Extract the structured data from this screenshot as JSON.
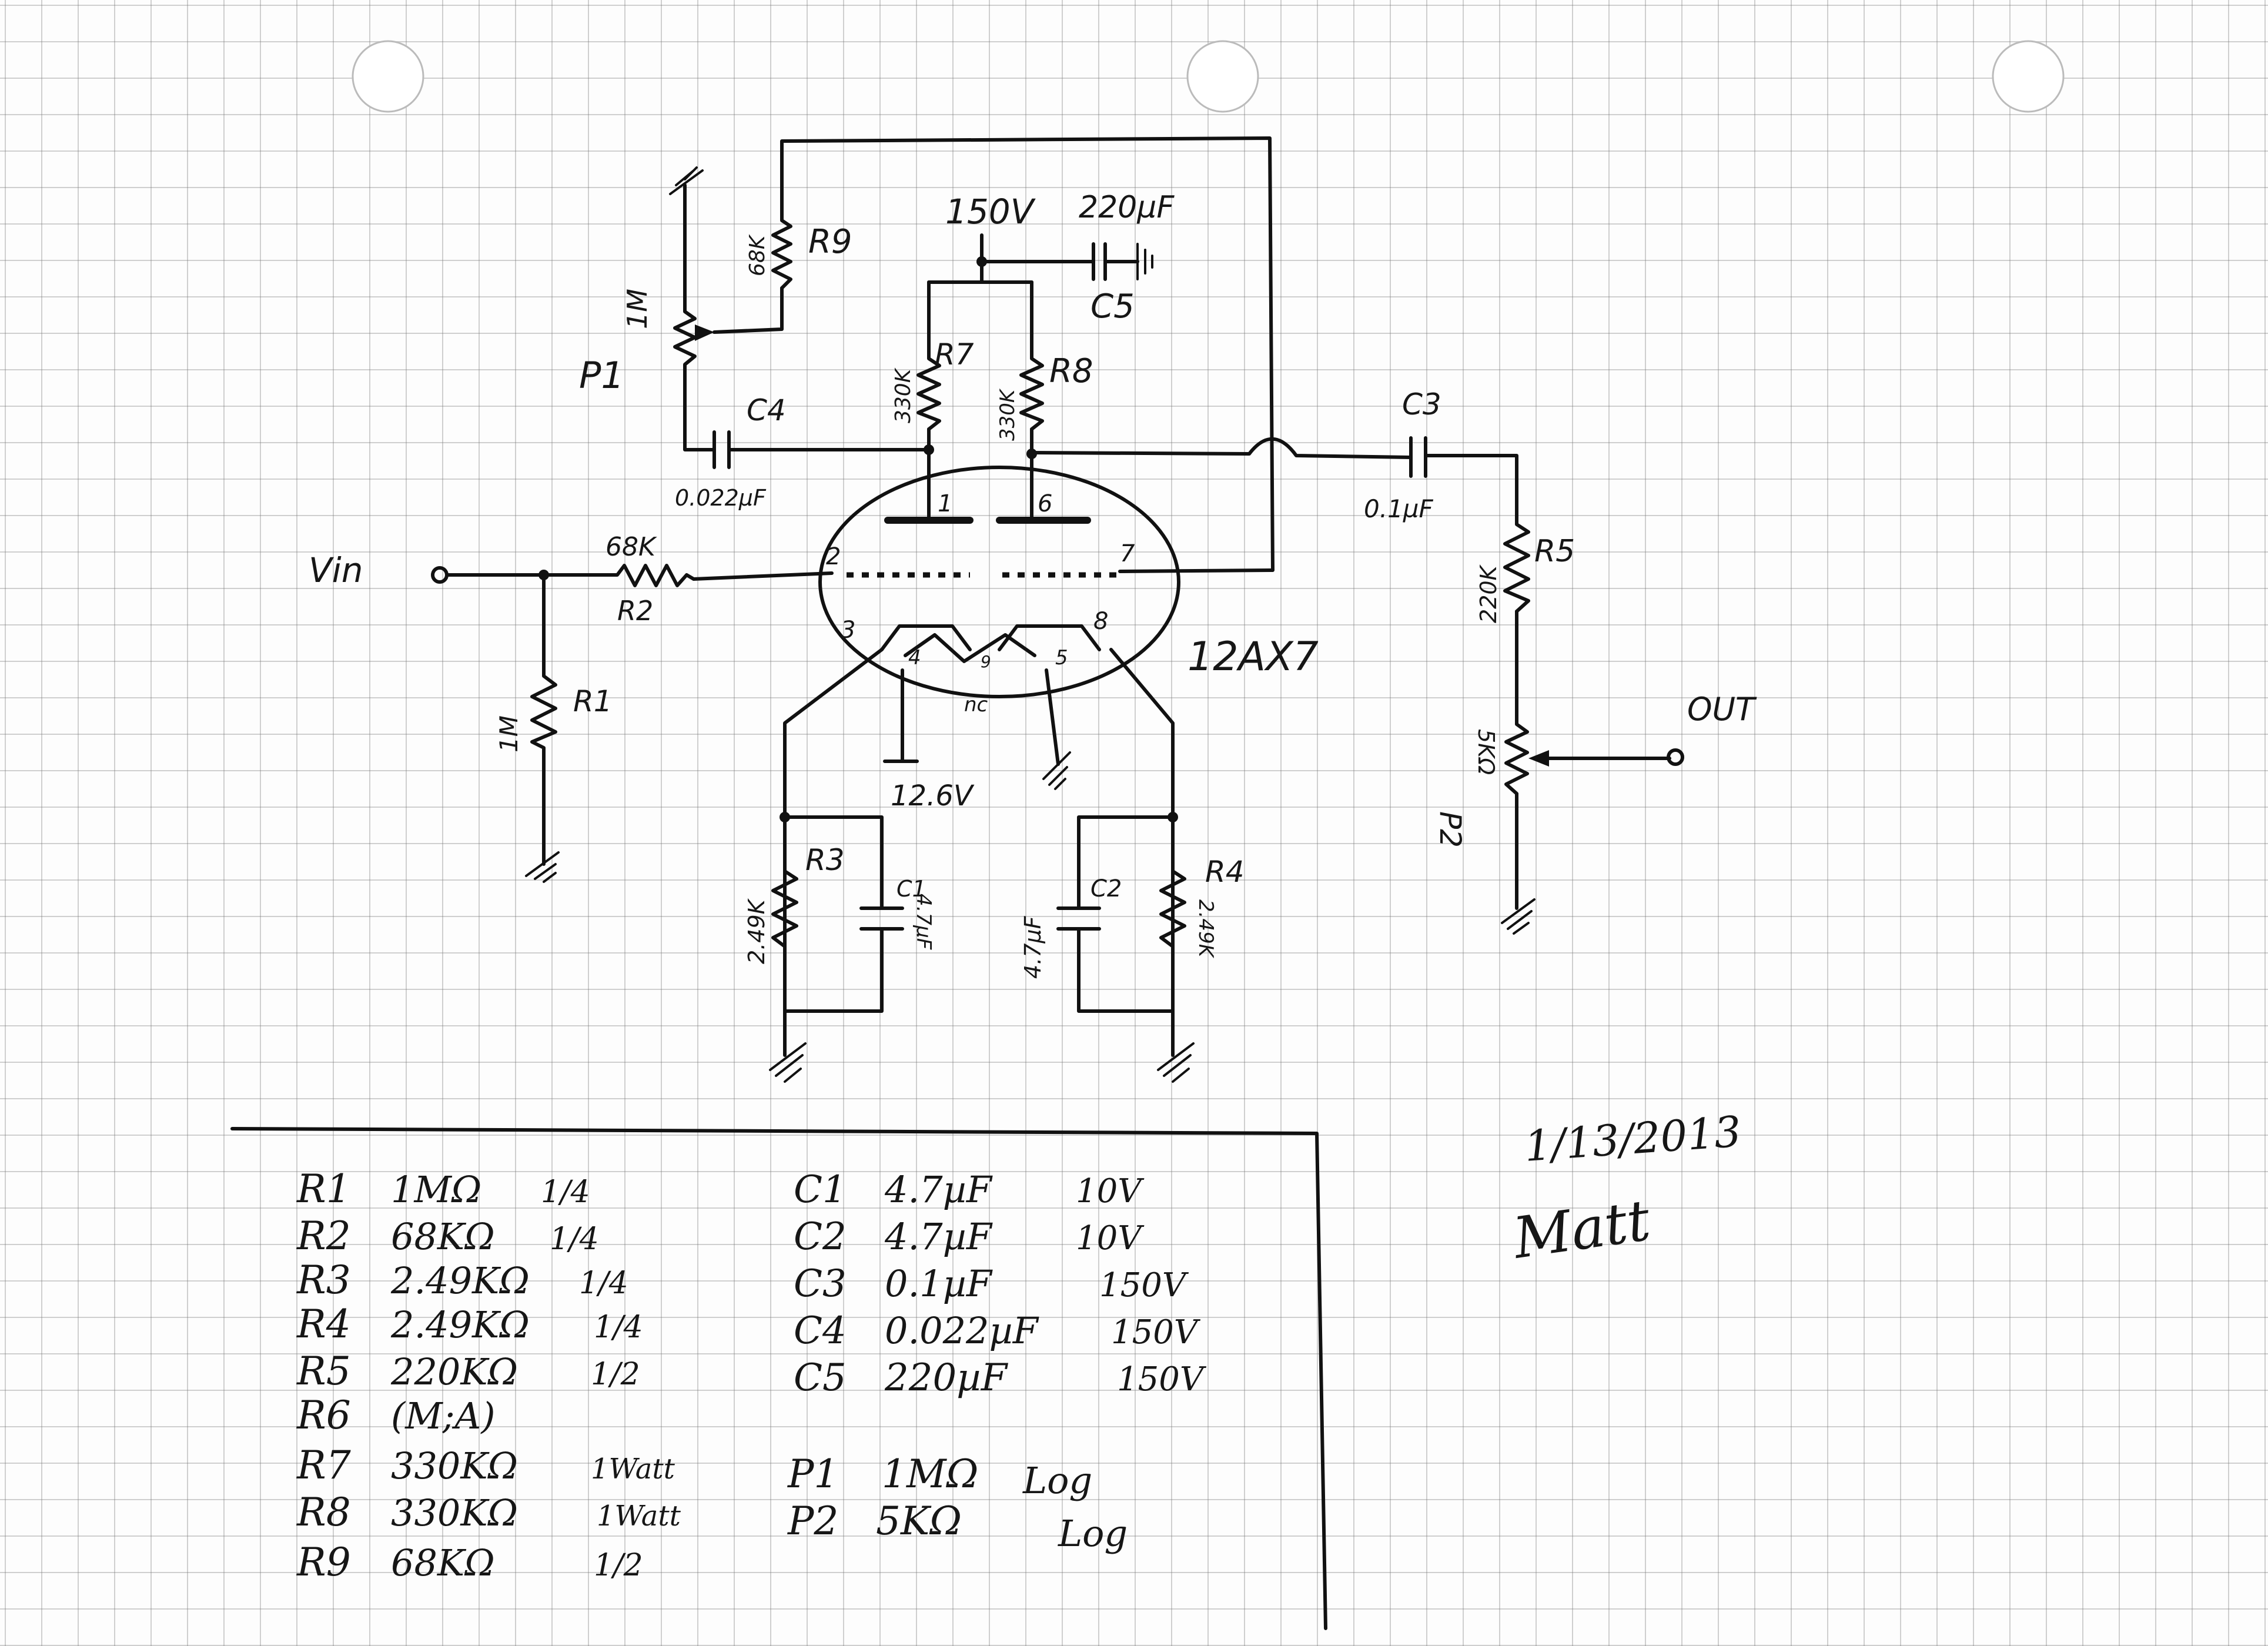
{
  "labels": {
    "vin": "Vin",
    "out": "OUT",
    "tube": "12AX7",
    "supply": "150V",
    "heater": "12.6V",
    "nc": "nc",
    "r1": "R1",
    "r1_value": "1M",
    "r2": "R2",
    "r2_value": "68K",
    "r3": "R3",
    "r3_value": "2.49K",
    "r4": "R4",
    "r4_value": "2.49K",
    "r5": "R5",
    "r5_value": "220K",
    "r7": "R7",
    "r7_value": "330K",
    "r8": "R8",
    "r8_value": "330K",
    "r9": "R9",
    "r9_value": "68K",
    "p1": "P1",
    "p1_value": "1M",
    "p2": "P2",
    "p2_value": "5KΩ",
    "c1": "C1",
    "c1_value": "4.7µF",
    "c2": "C2",
    "c2_value": "4.7µF",
    "c3": "C3",
    "c3_value": "0.1µF",
    "c4": "C4",
    "c4_value": "0.022µF",
    "c5": "C5",
    "c5_value": "220µF"
  },
  "pins": [
    "1",
    "2",
    "3",
    "4",
    "5",
    "6",
    "7",
    "8",
    "9"
  ],
  "parts_list": {
    "resistors": [
      {
        "ref": "R1",
        "value": "1MΩ",
        "rating": "1/4"
      },
      {
        "ref": "R2",
        "value": "68KΩ",
        "rating": "1/4"
      },
      {
        "ref": "R3",
        "value": "2.49KΩ",
        "rating": "1/4"
      },
      {
        "ref": "R4",
        "value": "2.49KΩ",
        "rating": "1/4"
      },
      {
        "ref": "R5",
        "value": "220KΩ",
        "rating": "1/2"
      },
      {
        "ref": "R6",
        "value": "(M;A)",
        "rating": ""
      },
      {
        "ref": "R7",
        "value": "330KΩ",
        "rating": "1Watt"
      },
      {
        "ref": "R8",
        "value": "330KΩ",
        "rating": "1Watt"
      },
      {
        "ref": "R9",
        "value": "68KΩ",
        "rating": "1/2"
      }
    ],
    "capacitors": [
      {
        "ref": "C1",
        "value": "4.7µF",
        "rating": "10V"
      },
      {
        "ref": "C2",
        "value": "4.7µF",
        "rating": "10V"
      },
      {
        "ref": "C3",
        "value": "0.1µF",
        "rating": "150V"
      },
      {
        "ref": "C4",
        "value": "0.022µF",
        "rating": "150V"
      },
      {
        "ref": "C5",
        "value": "220µF",
        "rating": "150V"
      }
    ],
    "pots": [
      {
        "ref": "P1",
        "value": "1MΩ",
        "rating": "Log"
      },
      {
        "ref": "P2",
        "value": "5KΩ",
        "rating": "Log"
      }
    ]
  },
  "date": "1/13/2013",
  "signature": "Matt"
}
